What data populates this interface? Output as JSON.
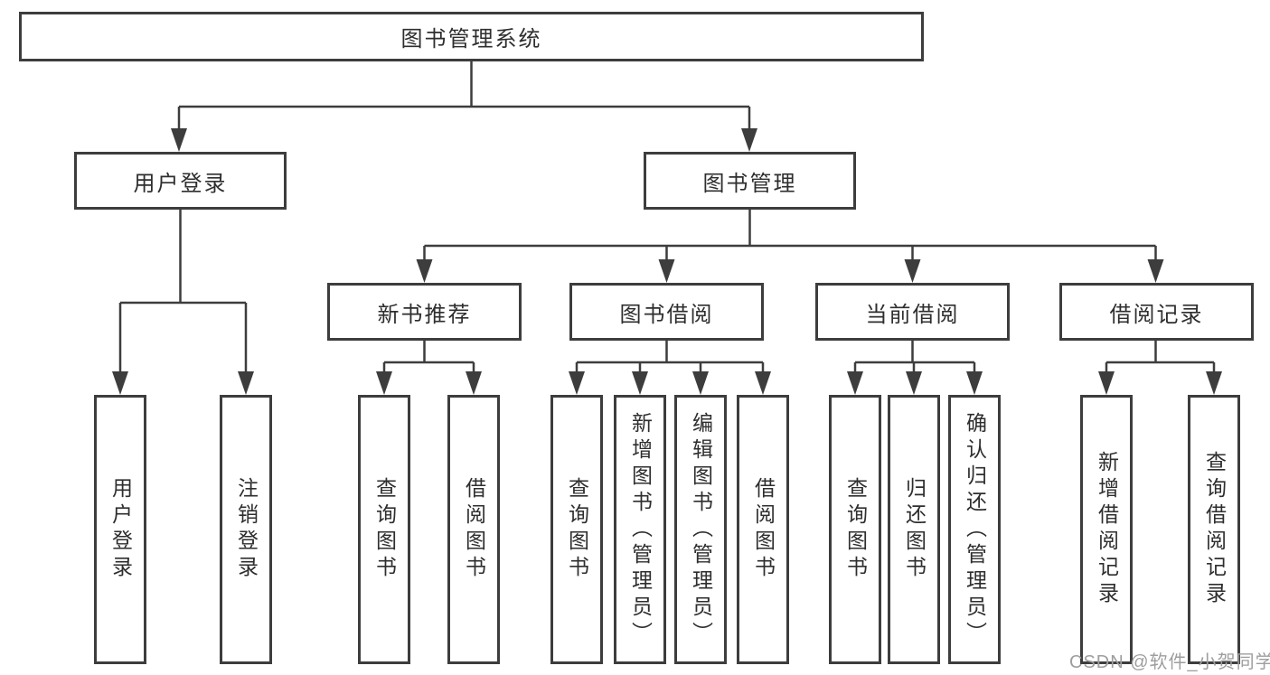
{
  "diagram": {
    "root": "图书管理系统",
    "branches": [
      {
        "label": "用户登录",
        "children": [
          {
            "label": "用户登录"
          },
          {
            "label": "注销登录"
          }
        ]
      },
      {
        "label": "图书管理",
        "children": [
          {
            "label": "新书推荐",
            "children": [
              {
                "label": "查询图书"
              },
              {
                "label": "借阅图书"
              }
            ]
          },
          {
            "label": "图书借阅",
            "children": [
              {
                "label": "查询图书"
              },
              {
                "label": "新增图书（管理员）"
              },
              {
                "label": "编辑图书（管理员）"
              },
              {
                "label": "借阅图书"
              }
            ]
          },
          {
            "label": "当前借阅",
            "children": [
              {
                "label": "查询图书"
              },
              {
                "label": "归还图书"
              },
              {
                "label": "确认归还（管理员）"
              }
            ]
          },
          {
            "label": "借阅记录",
            "children": [
              {
                "label": "新增借阅记录"
              },
              {
                "label": "查询借阅记录"
              }
            ]
          }
        ]
      }
    ]
  },
  "watermark": {
    "text": "CSDN @软件_小贺同学"
  },
  "colors": {
    "line": "#3d3d3d",
    "text": "#2e2e2e",
    "background": "#ffffff",
    "watermark": "#9e9e9e"
  }
}
